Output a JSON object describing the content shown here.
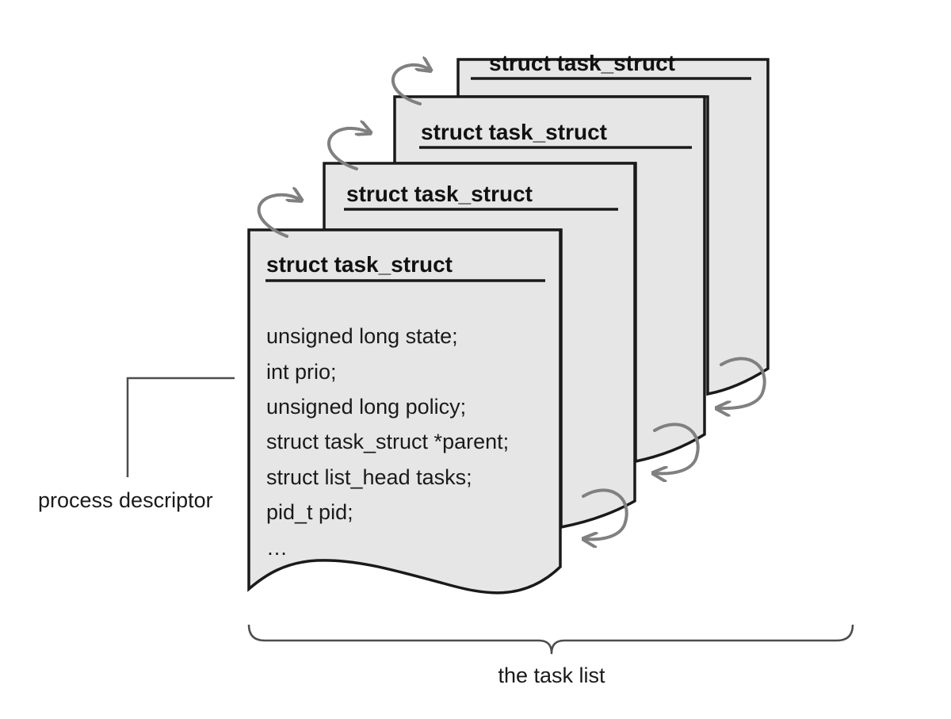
{
  "cards": [
    {
      "title": "struct task_struct"
    },
    {
      "title": "struct task_struct"
    },
    {
      "title": "struct task_struct"
    },
    {
      "title": "struct task_struct"
    }
  ],
  "front_card": {
    "fields": [
      "unsigned long state;",
      "int prio;",
      "unsigned long policy;",
      "struct task_struct *parent;",
      "struct list_head tasks;",
      "pid_t pid;",
      "…"
    ]
  },
  "labels": {
    "process_descriptor": "process descriptor",
    "task_list": "the task list"
  }
}
